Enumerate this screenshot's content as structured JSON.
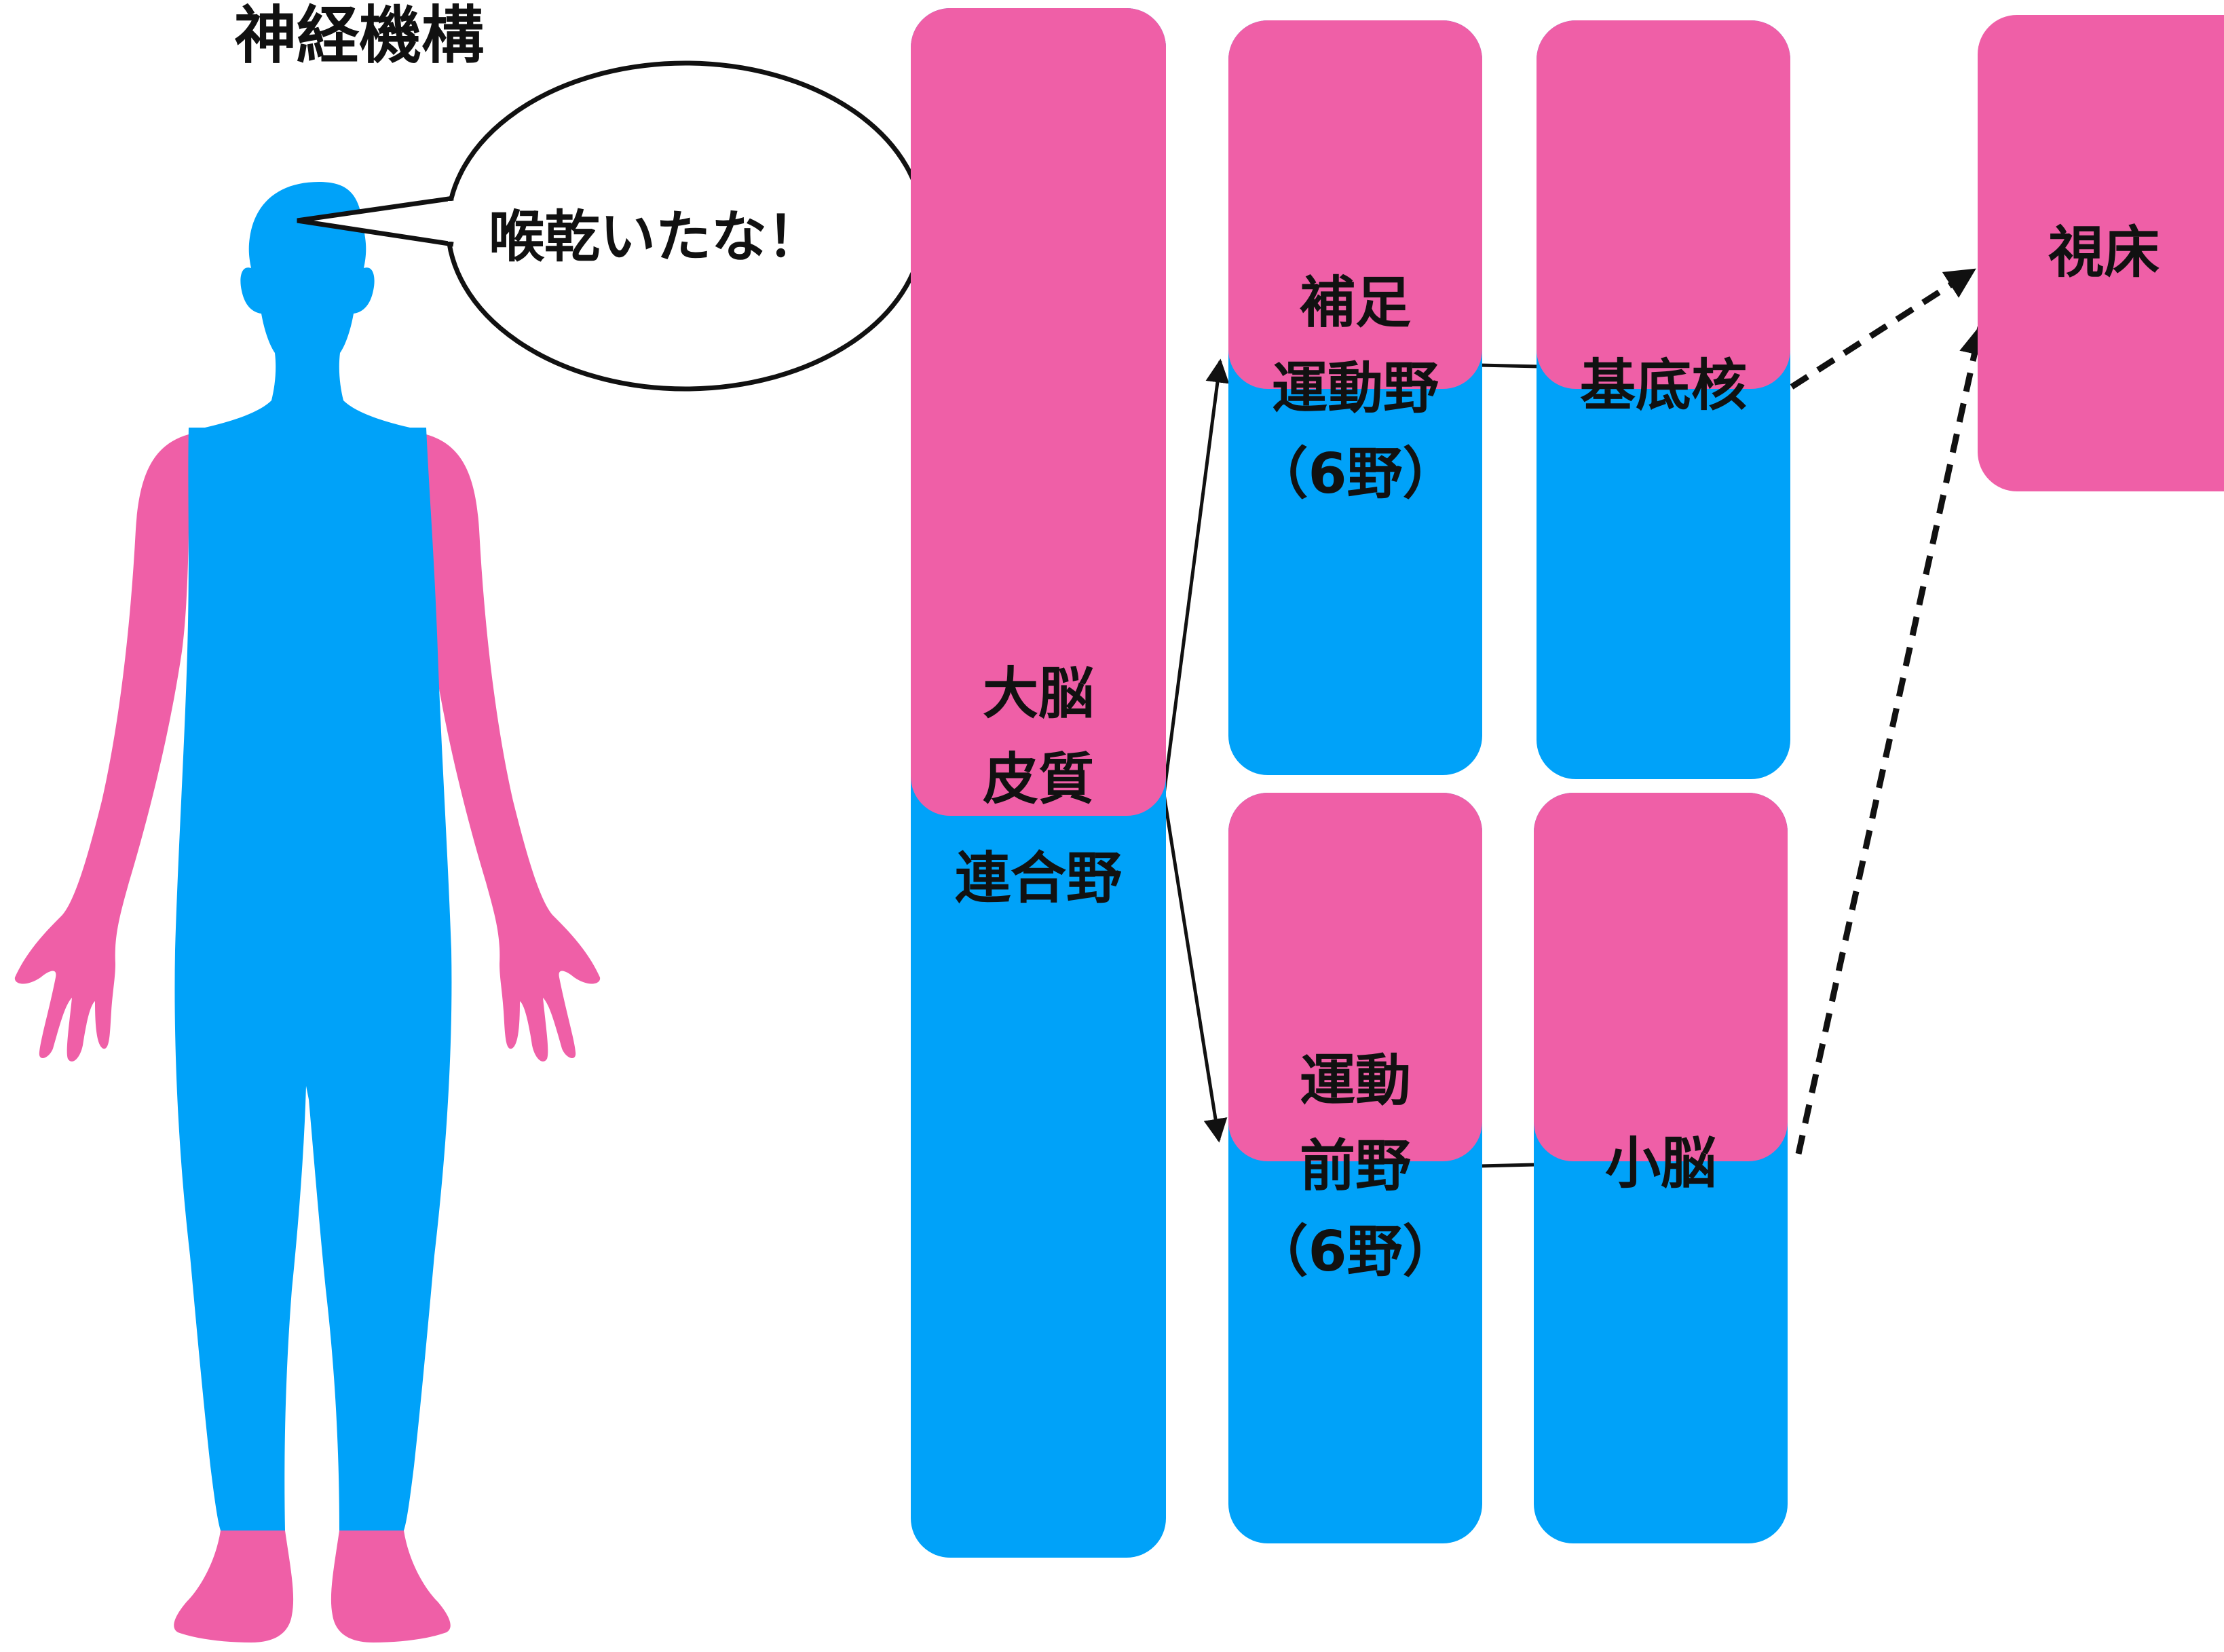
{
  "title": "神経機構",
  "speech_bubble": "喉乾いたな！",
  "colors": {
    "pink": "#ef5fa7",
    "blue": "#00a2f9"
  },
  "nodes": {
    "cortex": [
      "大脳",
      "皮質",
      "連合野"
    ],
    "sma": [
      "補足",
      "運動野",
      "（6野）"
    ],
    "premotor": [
      "運動",
      "前野",
      "（6野）"
    ],
    "basal_ganglia": [
      "基底核"
    ],
    "cerebellum": [
      "小脳"
    ],
    "thalamus": [
      "視床"
    ]
  },
  "connections": [
    {
      "from": "大脳皮質連合野",
      "to": "補足運動野（6野）",
      "style": "solid-arrow"
    },
    {
      "from": "大脳皮質連合野",
      "to": "運動前野（6野）",
      "style": "solid-arrow"
    },
    {
      "from": "補足運動野（6野）",
      "to": "基底核",
      "style": "line"
    },
    {
      "from": "運動前野（6野）",
      "to": "小脳",
      "style": "line"
    },
    {
      "from": "基底核",
      "to": "視床",
      "style": "dashed-arrow"
    },
    {
      "from": "小脳",
      "to": "視床",
      "style": "dashed-arrow"
    }
  ]
}
